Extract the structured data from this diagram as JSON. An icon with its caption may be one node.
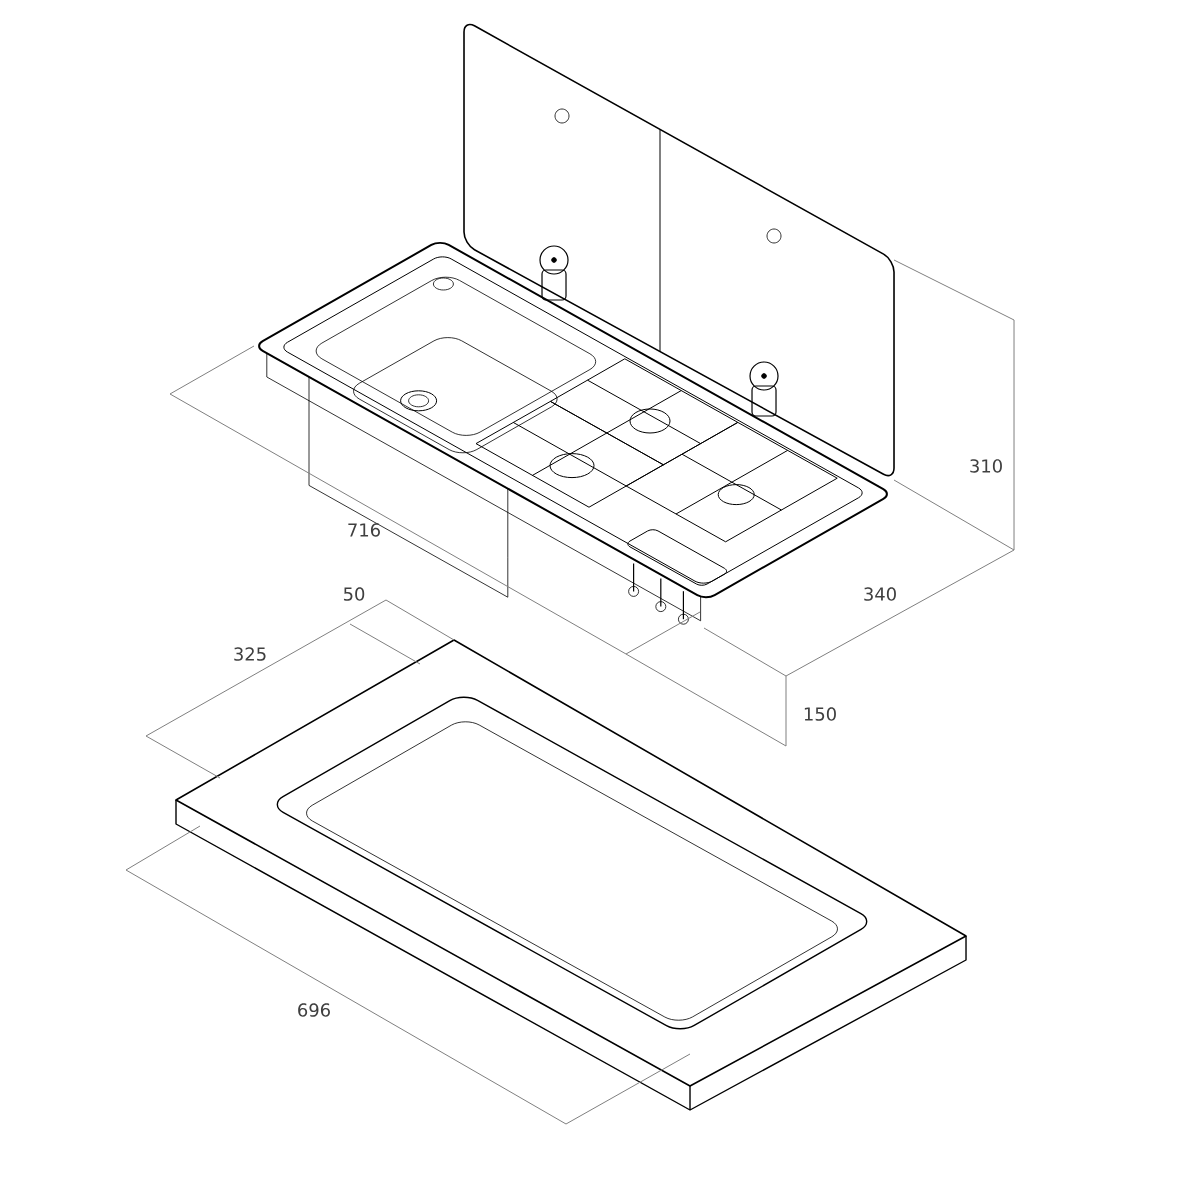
{
  "diagram": {
    "labels": [
      "310",
      "716",
      "50",
      "340",
      "325",
      "150",
      "696"
    ]
  }
}
